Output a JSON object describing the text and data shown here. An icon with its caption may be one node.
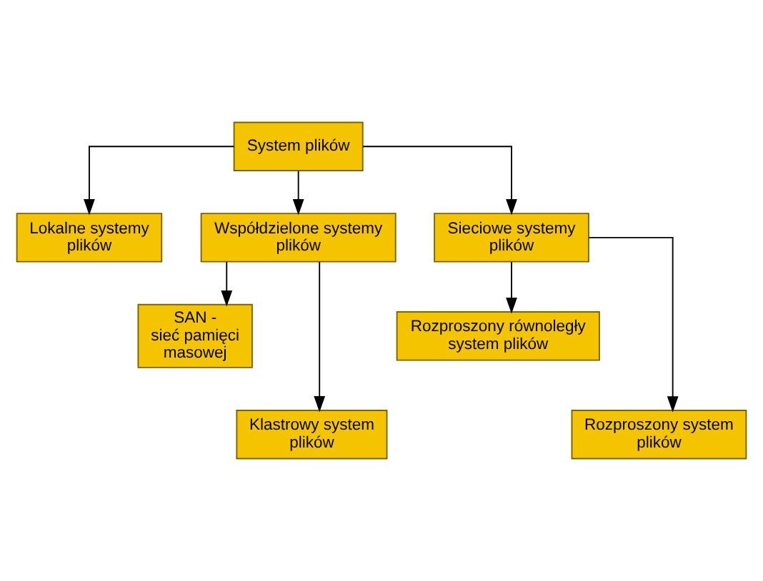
{
  "diagram": {
    "nodes": [
      {
        "text": [
          "System plików"
        ]
      },
      {
        "text": [
          "Lokalne systemy plików"
        ]
      },
      {
        "text": [
          "Współdzielone systemy plików"
        ]
      },
      {
        "text": [
          "Sieciowe systemy plików"
        ]
      },
      {
        "text": [
          "SAN - sieć pamięci masowej"
        ]
      },
      {
        "text": [
          "Klastrowy system plików"
        ]
      },
      {
        "text": [
          "Rozproszony równoległy system plików"
        ]
      },
      {
        "text": [
          "Rozproszony system plików"
        ]
      }
    ],
    "edges": [
      {
        "from": 0,
        "to": 1,
        "arrow": "to"
      },
      {
        "from": 0,
        "to": 2,
        "arrow": "to"
      },
      {
        "from": 0,
        "to": 3,
        "arrow": "to"
      },
      {
        "from": 2,
        "to": 4,
        "arrow": "to"
      },
      {
        "from": 2,
        "to": 5,
        "arrow": "to"
      },
      {
        "from": 3,
        "to": 6,
        "arrow": "to"
      },
      {
        "from": 3,
        "to": 7,
        "arrow": "to"
      }
    ]
  }
}
